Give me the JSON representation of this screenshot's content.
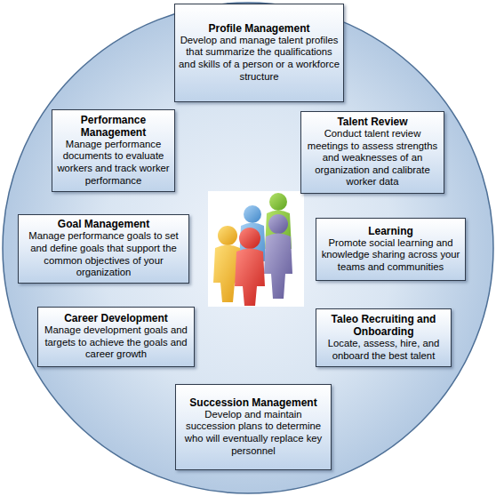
{
  "diagram": {
    "nodes": [
      {
        "text": [
          "Profile Management",
          "Develop and manage talent profiles that summarize the qualifications and skills of a person or a workforce structure"
        ]
      },
      {
        "text": [
          "Performance Management",
          "Manage performance documents to evaluate workers and track worker performance"
        ]
      },
      {
        "text": [
          "Talent Review",
          "Conduct talent review meetings to assess strengths and weaknesses of an organization and calibrate worker data"
        ]
      },
      {
        "text": [
          "Goal Management",
          "Manage performance goals to set and define goals that support the common objectives of your organization"
        ]
      },
      {
        "text": [
          "Learning",
          "Promote social learning and knowledge sharing across your teams and communities"
        ]
      },
      {
        "text": [
          "Career Development",
          "Manage development goals and targets to achieve the goals and career growth"
        ]
      },
      {
        "text": [
          "Taleo Recruiting and Onboarding",
          "Locate, assess, hire, and onboard the best talent"
        ]
      },
      {
        "text": [
          "Succession Management",
          "Develop and maintain succession plans to determine who will eventually replace key personnel"
        ]
      }
    ]
  }
}
